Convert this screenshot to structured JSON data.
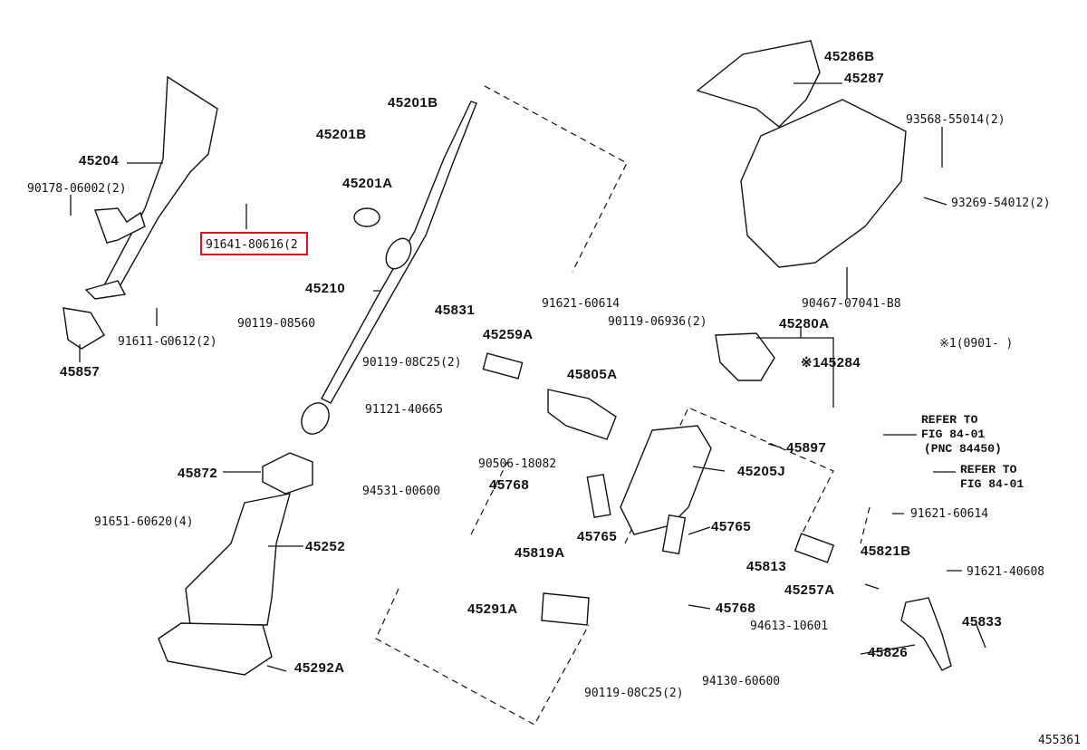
{
  "diagram_id": "455361",
  "note": "※1(0901-  )",
  "highlight_color": "#e0141e",
  "labels": {
    "p45286B": "45286B",
    "p45287": "45287",
    "p93568": "93568-55014(2)",
    "p93269": "93269-54012(2)",
    "p90467": "90467-07041-B8",
    "p45201B_a": "45201B",
    "p45201B_b": "45201B",
    "p45201A": "45201A",
    "p45204": "45204",
    "p90178": "90178-06002(2)",
    "p91641": "91641-80616(2",
    "p91611": "91611-G0612(2)",
    "p45857": "45857",
    "p45210": "45210",
    "p90119_08560": "90119-08560",
    "p45831": "45831",
    "p91621_60614_a": "91621-60614",
    "p45259A": "45259A",
    "p90119_06936": "90119-06936(2)",
    "p45280A": "45280A",
    "p45284": "※145284",
    "p90119_08C25_a": "90119-08C25(2)",
    "p45805A": "45805A",
    "p91121": "91121-40665",
    "p45897": "45897",
    "p45205J": "45205J",
    "p45872": "45872",
    "p90506": "90506-18082",
    "p45768_a": "45768",
    "p94531": "94531-00600",
    "p91621_60614_b": "91621-60614",
    "p91651": "91651-60620(4)",
    "p45765_a": "45765",
    "p45765_b": "45765",
    "p45252": "45252",
    "p45819A": "45819A",
    "p45813": "45813",
    "p45821B": "45821B",
    "p91621_40608": "91621-40608",
    "p45257A": "45257A",
    "p45291A": "45291A",
    "p45768_b": "45768",
    "p94613": "94613-10601",
    "p45833": "45833",
    "p45292A": "45292A",
    "p45826": "45826",
    "p94130": "94130-60600",
    "p90119_08C25_b": "90119-08C25(2)"
  },
  "refs": {
    "ref1_line1": "REFER TO",
    "ref1_line2": "FIG 84-01",
    "ref1_line3": "(PNC 84450)",
    "ref2_line1": "REFER TO",
    "ref2_line2": "FIG 84-01"
  }
}
